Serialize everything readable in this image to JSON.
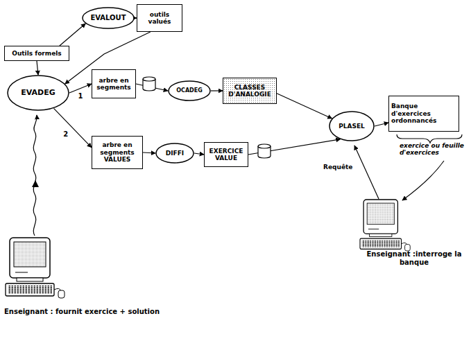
{
  "diagram": {
    "nodes": [
      {
        "text": [
          "EVALOUT"
        ]
      },
      {
        "text": [
          "outils valués"
        ]
      },
      {
        "text": [
          "Outils formels"
        ]
      },
      {
        "text": [
          "EVADEG"
        ]
      },
      {
        "text": [
          "arbre en segments"
        ]
      },
      {
        "text": [
          "OCADEG"
        ]
      },
      {
        "text": [
          "CLASSES D'ANALOGIE"
        ]
      },
      {
        "text": [
          "PLASEL"
        ]
      },
      {
        "text": [
          "Banque d'exercices ordonnancés"
        ]
      },
      {
        "text": [
          "arbre en segments VALUES"
        ]
      },
      {
        "text": [
          "DIFFI"
        ]
      },
      {
        "text": [
          "EXERCICE VALUE"
        ]
      }
    ],
    "edges": [
      {
        "from": 2,
        "to": 0,
        "arrow": "to"
      },
      {
        "from": 0,
        "to": 1,
        "arrow": "to"
      },
      {
        "from": 2,
        "to": 3,
        "arrow": "to"
      },
      {
        "from": 1,
        "to": 3,
        "arrow": "to"
      },
      {
        "from": 3,
        "to": 4,
        "label": "1",
        "arrow": "to"
      },
      {
        "from": 4,
        "to": 5,
        "arrow": "to"
      },
      {
        "from": 5,
        "to": 6,
        "arrow": "to"
      },
      {
        "from": 6,
        "to": 7,
        "arrow": "to"
      },
      {
        "from": 3,
        "to": 9,
        "label": "2",
        "arrow": "to"
      },
      {
        "from": 9,
        "to": 10,
        "arrow": "to"
      },
      {
        "from": 10,
        "to": 11,
        "arrow": "to"
      },
      {
        "from": 11,
        "to": 7,
        "arrow": "to"
      },
      {
        "from": 7,
        "to": 8,
        "arrow": "to"
      }
    ],
    "labels": [
      "exercice ou feuille d'exercices",
      "Requête",
      "Enseignant : fournit exercice + solution",
      "Enseignant :interroge la banque"
    ]
  }
}
